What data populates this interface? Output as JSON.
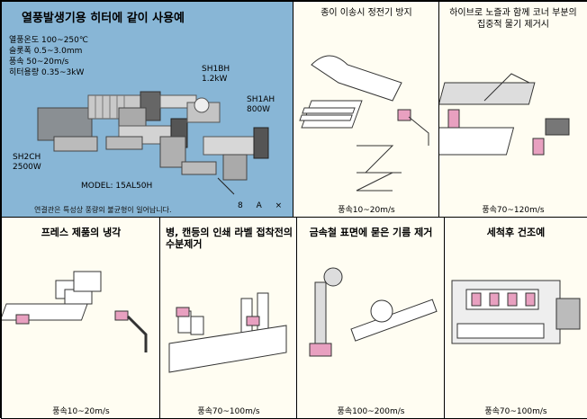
{
  "photo_panel": {
    "title": "열풍발생기용 히터에 같이 사용예",
    "specs": [
      "열풍온도 100~250℃",
      "슬롯폭 0.5~3.0mm",
      "풍속 50~20m/s",
      "히터용량 0.35~3kW"
    ],
    "models": [
      {
        "name": "SH1BH",
        "power": "1.2kW"
      },
      {
        "name": "SH1AH",
        "power": "800W"
      },
      {
        "name": "SH2CH",
        "power": "2500W"
      }
    ],
    "model_line": "MODEL: 15AL50H",
    "footnote": "연결관은 특성상 풍량의 불균형이 일어납니다.",
    "sequence": "8 A ×"
  },
  "panels": [
    {
      "id": "paper",
      "title": "종이 이송시 정전기 방지",
      "speed": "풍속10~20m/s"
    },
    {
      "id": "corner",
      "title": "하이브로 노즐과 함께 코너 부분의 집중적 물기 제거시",
      "speed": "풍속70~120m/s"
    },
    {
      "id": "press",
      "title": "프레스 제품의 냉각",
      "speed": "풍속10~20m/s"
    },
    {
      "id": "bottle",
      "title": "병, 캔등의 인쇄 라벨 접착전의 수분제거",
      "speed": "풍속70~100m/s"
    },
    {
      "id": "oil",
      "title": "금속철 표면에 묻은 기름 제거",
      "speed": "풍속100~200m/s"
    },
    {
      "id": "dry",
      "title": "세척후 건조예",
      "speed": "풍속70~100m/s"
    }
  ],
  "colors": {
    "photo_bg": "#88b6d6",
    "panel_bg": "#fffdf2",
    "accent": "#e8a0c0"
  }
}
